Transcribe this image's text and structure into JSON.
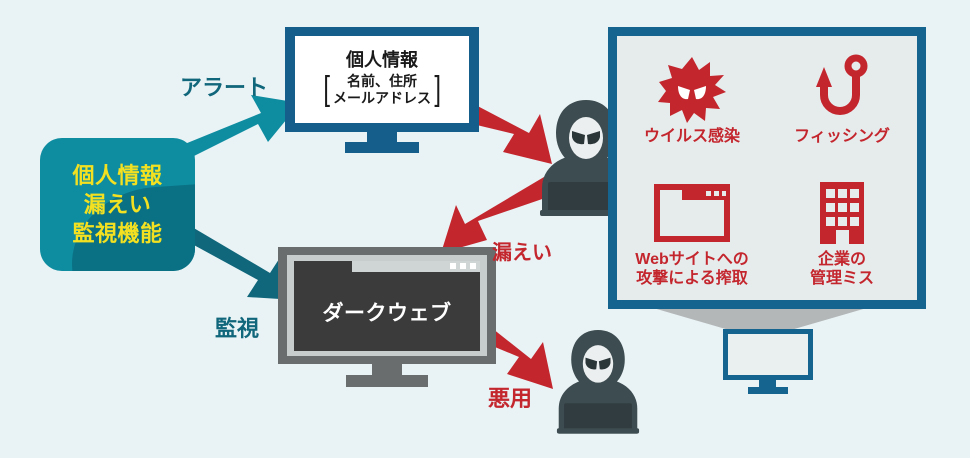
{
  "page": {
    "title": "個人情報漏えい監視機能 ダークウェブ監視 概念図",
    "background_color": "#e9f3f6"
  },
  "colors": {
    "teal": "#0e8ca0",
    "teal_dark": "#0a7083",
    "teal_text": "#10667a",
    "yellow": "#f3e121",
    "blue": "#15638f",
    "red": "#c4262e",
    "gray": "#6a6d6e",
    "panel_fill": "#e6ecec"
  },
  "source_box": {
    "lines": [
      "個人情報",
      "漏えい",
      "監視機能"
    ]
  },
  "arrows": [
    {
      "id": "alert",
      "label": "アラート",
      "color": "#0e8ca0",
      "direction": "up-right"
    },
    {
      "id": "kanshi",
      "label": "監視",
      "color": "#10667a",
      "direction": "down-right"
    },
    {
      "id": "leak-in",
      "label": "",
      "color": "#c4262e",
      "direction": "right"
    },
    {
      "id": "leak-out",
      "label": "漏えい",
      "color": "#c4262e",
      "direction": "down-left"
    },
    {
      "id": "abuse",
      "label": "悪用",
      "color": "#c4262e",
      "direction": "down-right"
    }
  ],
  "top_monitor": {
    "heading": "個人情報",
    "bracket_open": "[",
    "bracket_close": "]",
    "detail_lines": [
      "名前、住所",
      "メールアドレス"
    ]
  },
  "dark_monitor": {
    "screen_label": "ダークウェブ",
    "window_dots": 3
  },
  "hackers": [
    {
      "id": "hacker-top",
      "alt": "フード姿のハッカーとノートパソコン"
    },
    {
      "id": "hacker-bottom",
      "alt": "フード姿のハッカーとノートパソコン"
    }
  ],
  "risk_panel": {
    "items": [
      {
        "icon": "virus-icon",
        "caption_lines": [
          "ウイルス感染"
        ]
      },
      {
        "icon": "fishhook-icon",
        "caption_lines": [
          "フィッシング"
        ]
      },
      {
        "icon": "browser-window-icon",
        "caption_lines": [
          "Webサイトへの",
          "攻撃による搾取"
        ]
      },
      {
        "icon": "office-building-icon",
        "caption_lines": [
          "企業の",
          "管理ミス"
        ]
      }
    ]
  },
  "small_monitor": {
    "alt": "利用者のパソコン"
  }
}
